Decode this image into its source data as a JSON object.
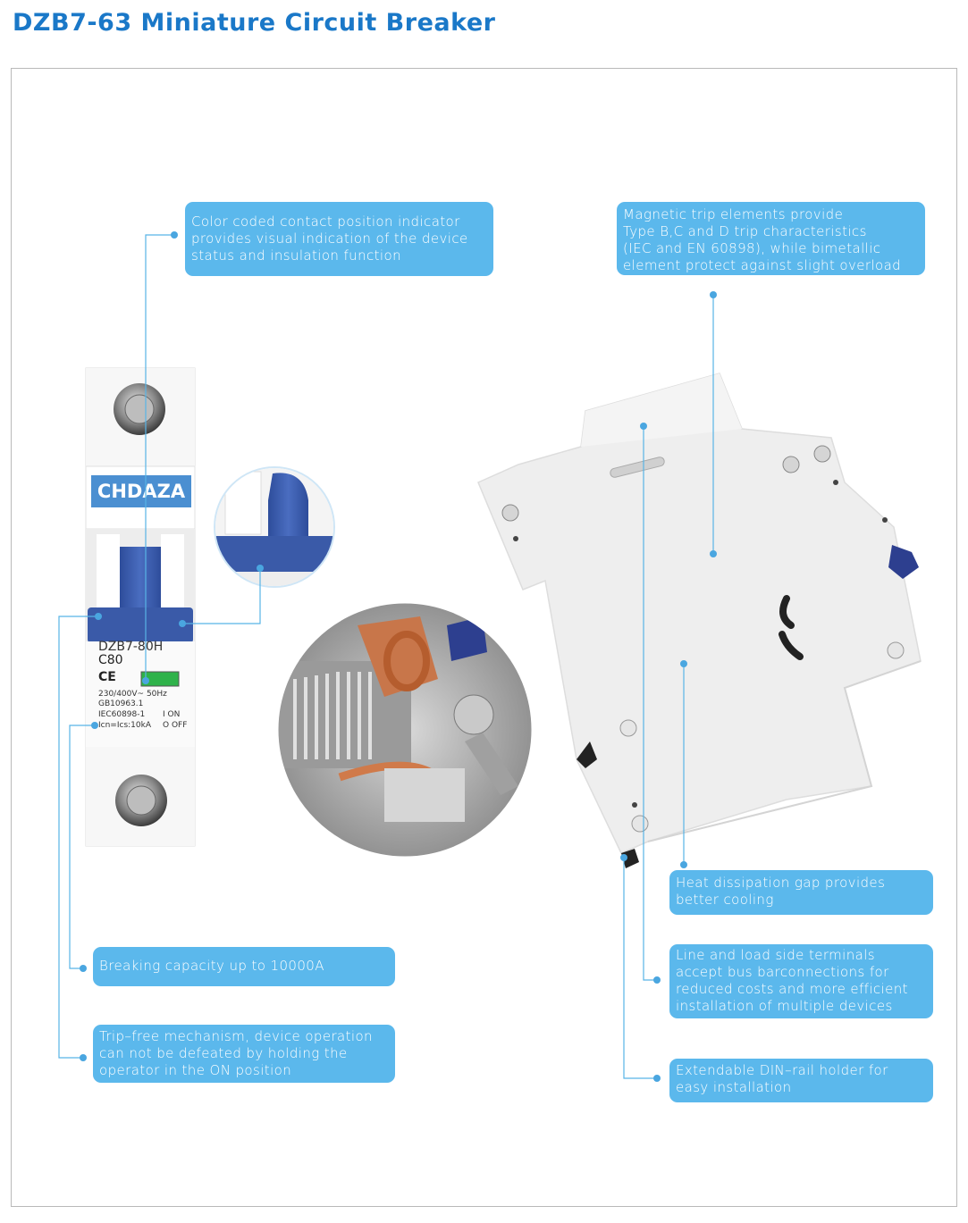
{
  "title": "DZB7-63 Miniature Circuit Breaker",
  "brand": "CHDAZA",
  "device_label": {
    "model": "DZB7-80H",
    "rating": "C80",
    "ce": "CE",
    "voltage": "230/400V~  50Hz",
    "std1": "GB10963.1",
    "std2": "IEC60898-1",
    "capacity": "Icn=Ics:10kA",
    "on": "I ON",
    "off": "O OFF"
  },
  "callouts": {
    "indicator": "Color coded contact position indicator\nprovides visual indication of the device\nstatus and insulation function",
    "magnetic": "Magnetic trip elements provide\nType B,C and D trip characteristics\n(IEC and EN 60898), while bimetallic\nelement protect against slight overload",
    "heat": "Heat dissipation gap provides\nbetter cooling",
    "breaking": "Breaking capacity up to 10000A",
    "terminals": "Line and load side terminals\naccept bus barconnections for\nreduced costs and more efficient\ninstallation of multiple devices",
    "tripfree": "Trip–free mechanism, device operation\ncan not be defeated by holding the\noperator in the ON position",
    "dinrail": "Extendable DIN–rail holder for\neasy installation"
  },
  "colors": {
    "title": "#1a78c8",
    "callout_bg": "#5bb8ec",
    "leader": "#58b4e6",
    "handle": "#3a5aa8"
  }
}
